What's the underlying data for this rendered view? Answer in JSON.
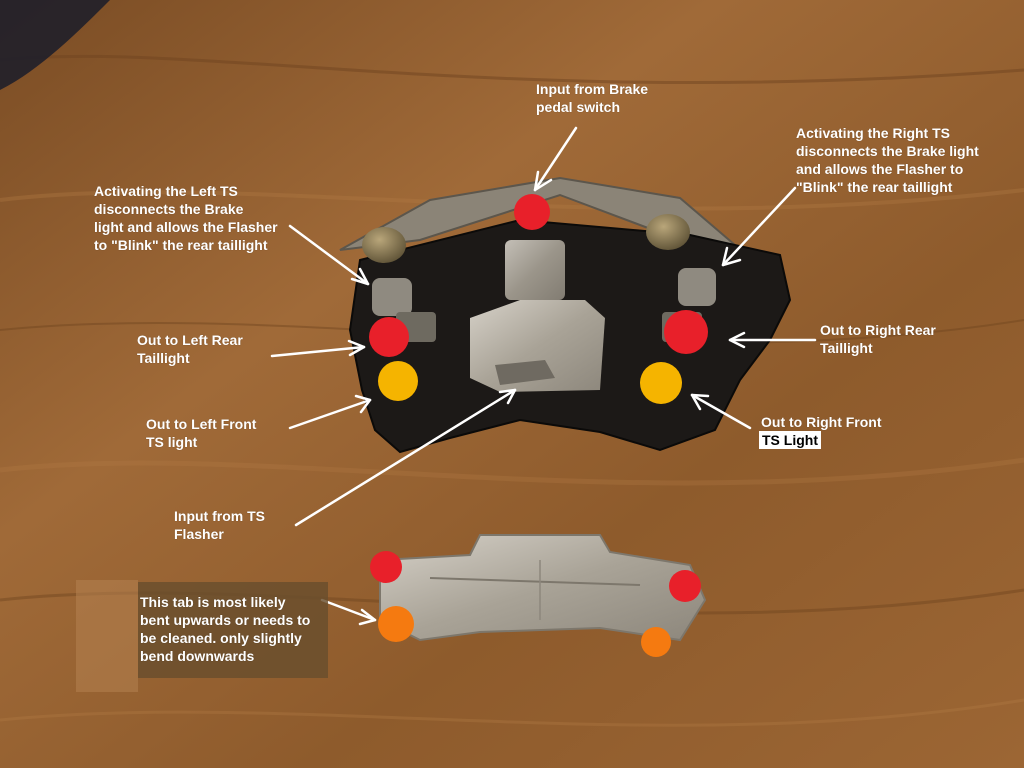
{
  "labels": {
    "brake_input": "Input from Brake\npedal switch",
    "left_ts": "Activating the Left TS\ndisconnects the Brake\nlight and allows the Flasher\nto \"Blink\" the rear taillight",
    "right_ts": "Activating the Right TS\ndisconnects the Brake light\nand allows the Flasher to\n\"Blink\" the rear taillight",
    "left_rear": "Out to Left Rear\nTaillight",
    "right_rear": "Out to Right Rear\nTaillight",
    "left_front": "Out to Left Front\nTS light",
    "right_front_line1": "Out to Right Front",
    "right_front_line2": "TS Light",
    "flasher_input": "Input from TS\nFlasher",
    "tab_note": "This tab is most likely\nbent upwards or needs to\nbe cleaned. only slightly\nbend downwards"
  },
  "colors": {
    "wood": "#8a5a2e",
    "brake_dot": "#e8202a",
    "ts_dot": "#f5b400",
    "tab_ts_dot": "#f57a10",
    "switch_body": "#1c1917",
    "metal": "#b9b3a8",
    "arrow": "#ffffff"
  }
}
